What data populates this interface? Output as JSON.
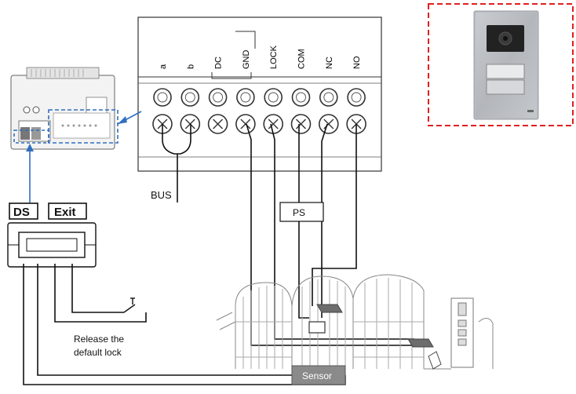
{
  "terminal_block": {
    "labels": [
      "a",
      "b",
      "DC",
      "GND",
      "LOCK",
      "COM",
      "NC",
      "NO"
    ]
  },
  "labels": {
    "bus": "BUS",
    "ps": "PS",
    "ds": "DS",
    "exit": "Exit",
    "release_line1": "Release the",
    "release_line2": "default lock",
    "sensor": "Sensor"
  },
  "colors": {
    "wire": "#111111",
    "blue_callout": "#2f6fc0",
    "red_callout": "#e02020",
    "sensor_box": "#8a8a8a",
    "panel": "#b9bcc1"
  },
  "icons": [
    "terminal-screw-icon",
    "door-station-panel-icon",
    "gate-illustration-icon",
    "push-button-icon",
    "control-module-icon"
  ]
}
